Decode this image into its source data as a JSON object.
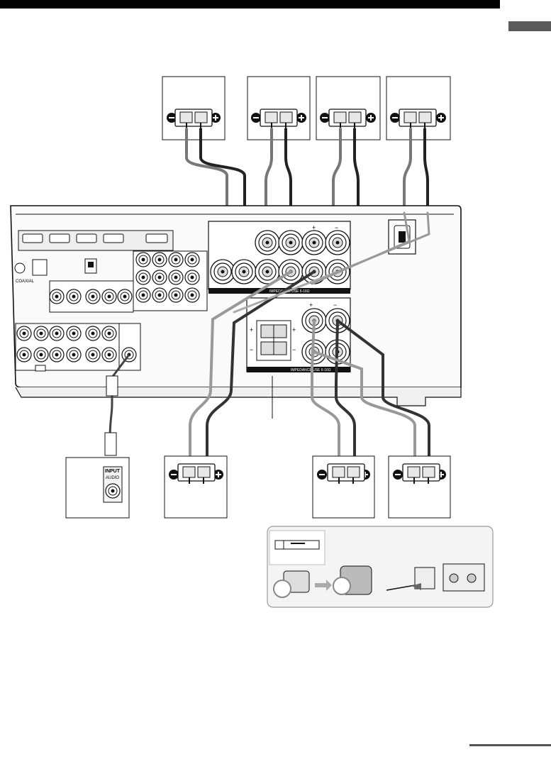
{
  "receiver": {
    "impedance_label_1": "IMPEDANCE USE 6-16Ω",
    "impedance_label_2": "IMPEDANCE USE 6-16Ω",
    "antenna_label": "COAXIAL",
    "plus_sign": "+",
    "minus_sign": "−"
  },
  "subwoofer": {
    "input_label": "INPUT",
    "audio_label": "AUDIO"
  },
  "speaker_terminal": {
    "minus_sign": "−",
    "plus_sign": "+"
  },
  "colors": {
    "header_bar": "#000000",
    "side_tab": "#5a5a5a",
    "wire_grey": "#a8a8a8",
    "wire_dark": "#333333",
    "panel_fill": "#f4f4f4"
  }
}
